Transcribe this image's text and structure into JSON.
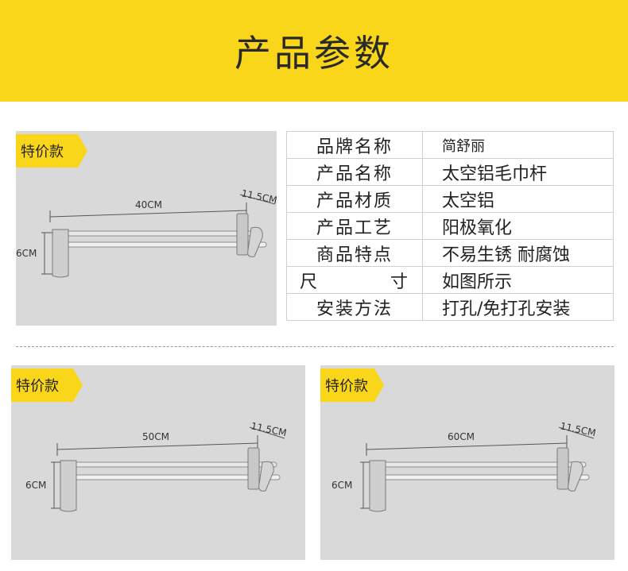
{
  "header": {
    "title": "产品参数"
  },
  "badge_label": "特价款",
  "panels": [
    {
      "length_label": "40CM",
      "depth_label": "11.5CM",
      "height_label": "6CM"
    },
    {
      "length_label": "50CM",
      "depth_label": "11.5CM",
      "height_label": "6CM"
    },
    {
      "length_label": "60CM",
      "depth_label": "11.5CM",
      "height_label": "6CM"
    }
  ],
  "spec_table": [
    {
      "key": "品牌名称",
      "value": "简舒丽"
    },
    {
      "key": "产品名称",
      "value": "太空铝毛巾杆"
    },
    {
      "key": "产品材质",
      "value": "太空铝"
    },
    {
      "key": "产品工艺",
      "value": "阳极氧化"
    },
    {
      "key": "商品特点",
      "value": "不易生锈 耐腐蚀"
    },
    {
      "key": "尺寸",
      "value": "如图所示"
    },
    {
      "key": "安装方法",
      "value": "打孔/免打孔安装"
    }
  ],
  "colors": {
    "banner": "#fad61a",
    "panel": "#d9d9d9",
    "divider": "#9a9a9a"
  }
}
